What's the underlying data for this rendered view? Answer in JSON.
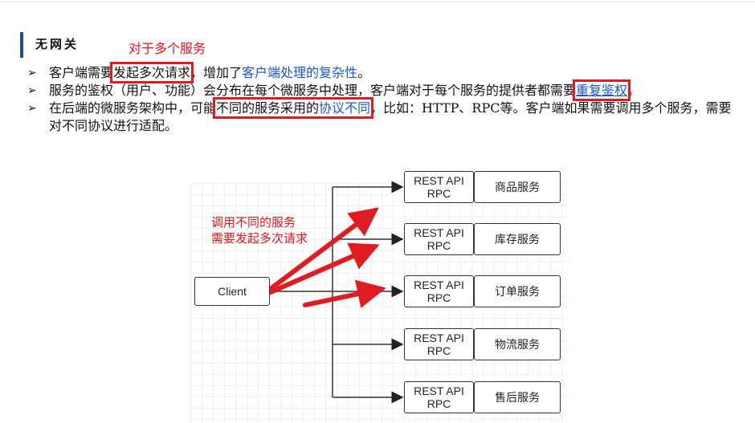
{
  "section": {
    "title": "无网关",
    "note": "对于多个服务"
  },
  "bullets": [
    {
      "parts": [
        {
          "text": "客户端需要"
        },
        {
          "text": "发起多次请求",
          "box": true
        },
        {
          "text": "，增加了"
        },
        {
          "text": "客户端处理的复杂性",
          "color": "blue"
        },
        {
          "text": "。"
        }
      ]
    },
    {
      "parts": [
        {
          "text": "服务的鉴权（用户、功能）会分布在每个微服务中处理，客户端对于每个服务的提供者都需要"
        },
        {
          "text": "重复鉴权",
          "color": "blue",
          "underline": true,
          "box": true
        },
        {
          "text": "。"
        }
      ]
    },
    {
      "parts": [
        {
          "text": "在后端的微服务架构中，可能"
        },
        {
          "text": "不同的服务采用的协议不同",
          "box": true,
          "blue_tail": "协议不同"
        },
        {
          "text": "，比如：HTTP、RPC等。客户端如果需要调用多个服务，需要对不同协议进行适配。"
        }
      ]
    }
  ],
  "diagram": {
    "client": "Client",
    "protocol_line1": "REST API",
    "protocol_line2": "RPC",
    "services": [
      "商品服务",
      "库存服务",
      "订单服务",
      "物流服务",
      "售后服务"
    ],
    "annotation_line1": "调用不同的服务",
    "annotation_line2": "需要发起多次请求",
    "colors": {
      "arrow": "#e11b22",
      "line": "#333333",
      "grid": "#e4e4e4"
    }
  },
  "icons": {
    "bullet": "arrowhead-bullet-icon"
  }
}
